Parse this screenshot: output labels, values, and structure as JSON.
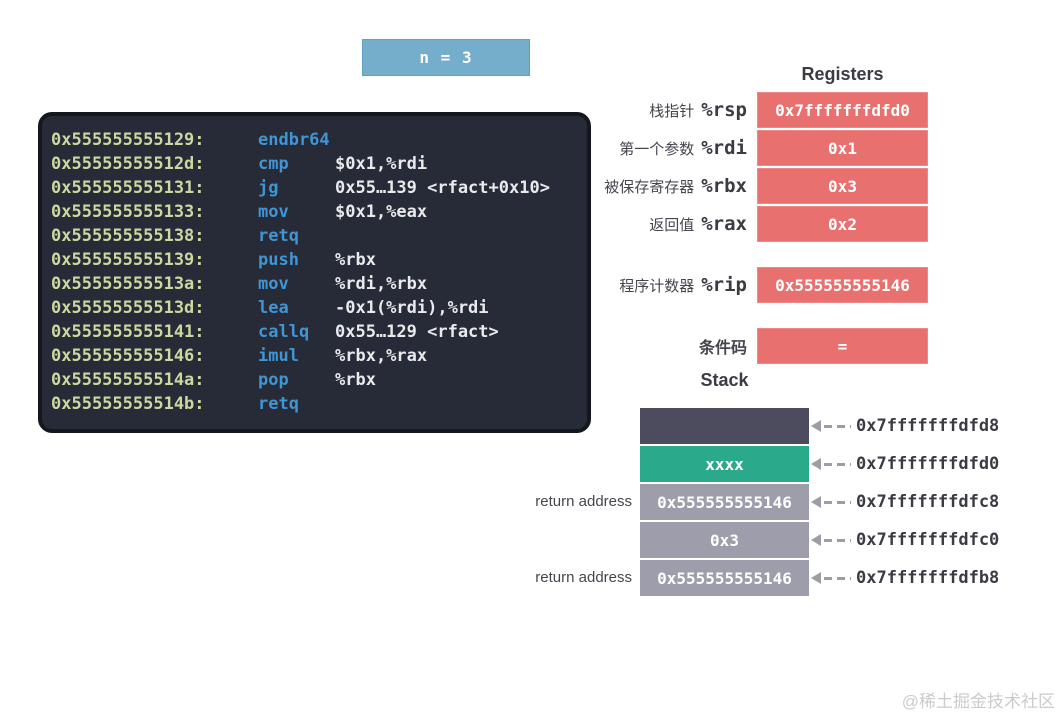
{
  "banner": {
    "label": "n = 3"
  },
  "code_block": {
    "lines": [
      {
        "address": "0x555555555129:",
        "mnemonic": "endbr64",
        "operands": ""
      },
      {
        "address": "0x55555555512d:",
        "mnemonic": "cmp",
        "operands": "$0x1,%rdi"
      },
      {
        "address": "0x555555555131:",
        "mnemonic": "jg",
        "operands": "0x55…139 <rfact+0x10>"
      },
      {
        "address": "0x555555555133:",
        "mnemonic": "mov",
        "operands": "$0x1,%eax"
      },
      {
        "address": "0x555555555138:",
        "mnemonic": "retq",
        "operands": ""
      },
      {
        "address": "0x555555555139:",
        "mnemonic": "push",
        "operands": "%rbx"
      },
      {
        "address": "0x55555555513a:",
        "mnemonic": "mov",
        "operands": "%rdi,%rbx"
      },
      {
        "address": "0x55555555513d:",
        "mnemonic": "lea",
        "operands": "-0x1(%rdi),%rdi"
      },
      {
        "address": "0x555555555141:",
        "mnemonic": "callq",
        "operands": "0x55…129 <rfact>"
      },
      {
        "address": "0x555555555146:",
        "mnemonic": "imul",
        "operands": "%rbx,%rax"
      },
      {
        "address": "0x55555555514a:",
        "mnemonic": "pop",
        "operands": "%rbx"
      },
      {
        "address": "0x55555555514b:",
        "mnemonic": "retq",
        "operands": ""
      }
    ]
  },
  "registers": {
    "title": "Registers",
    "rows": [
      {
        "label": "栈指针",
        "reg": "%rsp",
        "value": "0x7fffffffdfd0"
      },
      {
        "label": "第一个参数",
        "reg": "%rdi",
        "value": "0x1"
      },
      {
        "label": "被保存寄存器",
        "reg": "%rbx",
        "value": "0x3"
      },
      {
        "label": "返回值",
        "reg": "%rax",
        "value": "0x2"
      }
    ],
    "rip": {
      "label": "程序计数器",
      "reg": "%rip",
      "value": "0x555555555146"
    },
    "cond": {
      "label": "条件码",
      "value": "="
    }
  },
  "stack": {
    "title": "Stack",
    "rows": [
      {
        "value": "",
        "address": "0x7fffffffdfd8",
        "side_label": "",
        "color": "#4c4c5e"
      },
      {
        "value": "xxxx",
        "address": "0x7fffffffdfd0",
        "side_label": "",
        "color": "#2ba98b"
      },
      {
        "value": "0x555555555146",
        "address": "0x7fffffffdfc8",
        "side_label": "return address",
        "color": "#9d9dab"
      },
      {
        "value": "0x3",
        "address": "0x7fffffffdfc0",
        "side_label": "",
        "color": "#9d9dab"
      },
      {
        "value": "0x555555555146",
        "address": "0x7fffffffdfb8",
        "side_label": "return address",
        "color": "#9d9dab"
      }
    ]
  },
  "watermark": "@稀土掘金技术社区",
  "colors": {
    "banner_blue": "#74aecb",
    "register_red": "#e87170",
    "stack_dark": "#4c4c5e",
    "stack_green": "#2ba98b",
    "stack_gray": "#9d9dab",
    "code_bg": "#262b37",
    "code_address": "#ccd8a0",
    "code_mnemonic": "#4095d5",
    "code_operand": "#eaeaec",
    "arrow_gray": "#9d9da6",
    "heading_text": "#3b3b45"
  }
}
